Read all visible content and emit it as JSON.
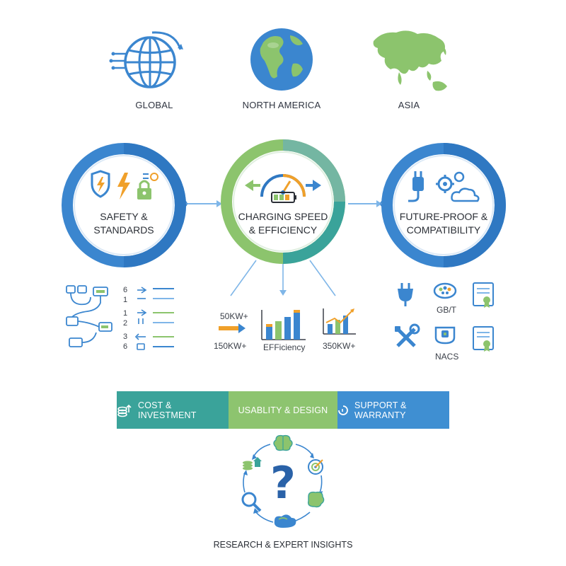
{
  "regions": [
    {
      "label": "GLOBAL",
      "icon": "globe-arrows-icon"
    },
    {
      "label": "NORTH AMERICA",
      "icon": "earth-americas-icon"
    },
    {
      "label": "ASIA",
      "icon": "asia-map-icon"
    }
  ],
  "pillars": [
    {
      "line1": "SAFETY &",
      "line2": "STANDARDS",
      "icon": "shield-bolt-lock-icon"
    },
    {
      "line1": "CHARGING SPEED",
      "line2": "& EFFICIENCY",
      "icon": "speedometer-battery-icon"
    },
    {
      "line1": "FUTURE-PROOF &",
      "line2": "COMPATIBILITY",
      "icon": "plug-gears-cloud-icon"
    }
  ],
  "standards_numbers": [
    "6",
    "1",
    "1",
    "2",
    "3",
    "6"
  ],
  "charging": {
    "power_50": "50KW+",
    "power_150": "150KW+",
    "efficiency": "EFFiciency",
    "power_350": "350KW+"
  },
  "compatibility": {
    "gbt": "GB/T",
    "nacs": "NACS"
  },
  "bands": [
    {
      "label": "COST & INVESTMENT",
      "color": "#3aa39a",
      "icon": "coins-icon"
    },
    {
      "label": "USABLITY & DESIGN",
      "color": "#8dc46f",
      "icon": ""
    },
    {
      "label": "SUPPORT & WARRANTY",
      "color": "#3f8fd2",
      "icon": "support-circle-icon"
    }
  ],
  "research": {
    "title": "RESEARCH & EXPERT INSIGHTS",
    "center": "?"
  },
  "colors": {
    "blue": "#3b86cf",
    "light_blue": "#7fb6e8",
    "green": "#8cc46d",
    "teal": "#3aa39a",
    "orange": "#f0a02a",
    "dark": "#2b2f36"
  }
}
